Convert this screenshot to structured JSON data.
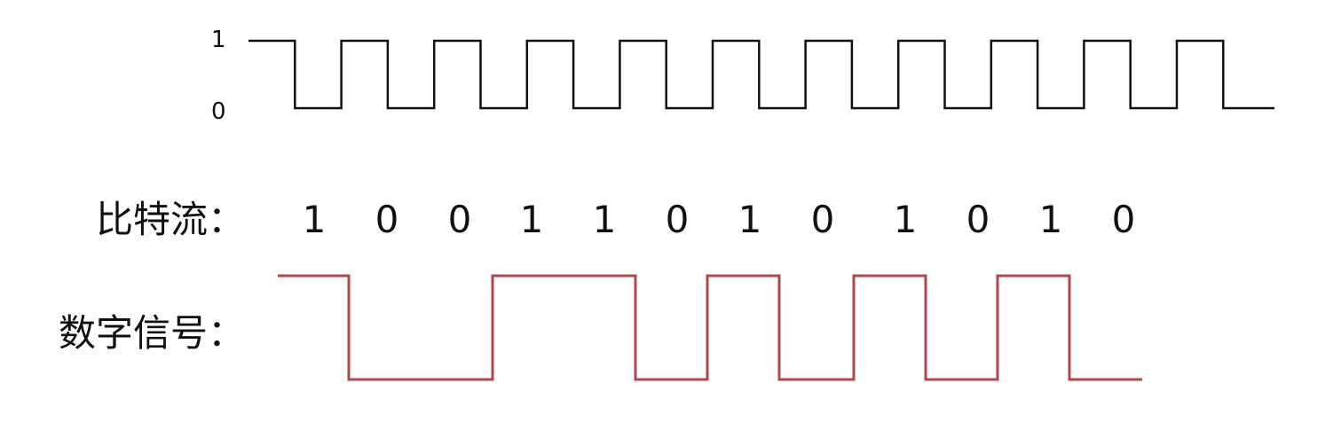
{
  "clock": {
    "level_high_label": "1",
    "level_low_label": "0",
    "levels": [
      1,
      0,
      1,
      0,
      1,
      0,
      1,
      0,
      1,
      0,
      1,
      0,
      1,
      0,
      1,
      0,
      1,
      0,
      1,
      0,
      1,
      0,
      0
    ]
  },
  "bitstream": {
    "label": "比特流：",
    "bits": [
      "1",
      "0",
      "0",
      "1",
      "1",
      "0",
      "1",
      "0",
      "1",
      "0",
      "1",
      "0"
    ]
  },
  "signal": {
    "label": "数字信号：",
    "levels": [
      1,
      0,
      0,
      1,
      1,
      0,
      1,
      0,
      1,
      0,
      1,
      0
    ]
  },
  "colors": {
    "clock_line": "#111111",
    "signal_line": "#b0474b"
  }
}
